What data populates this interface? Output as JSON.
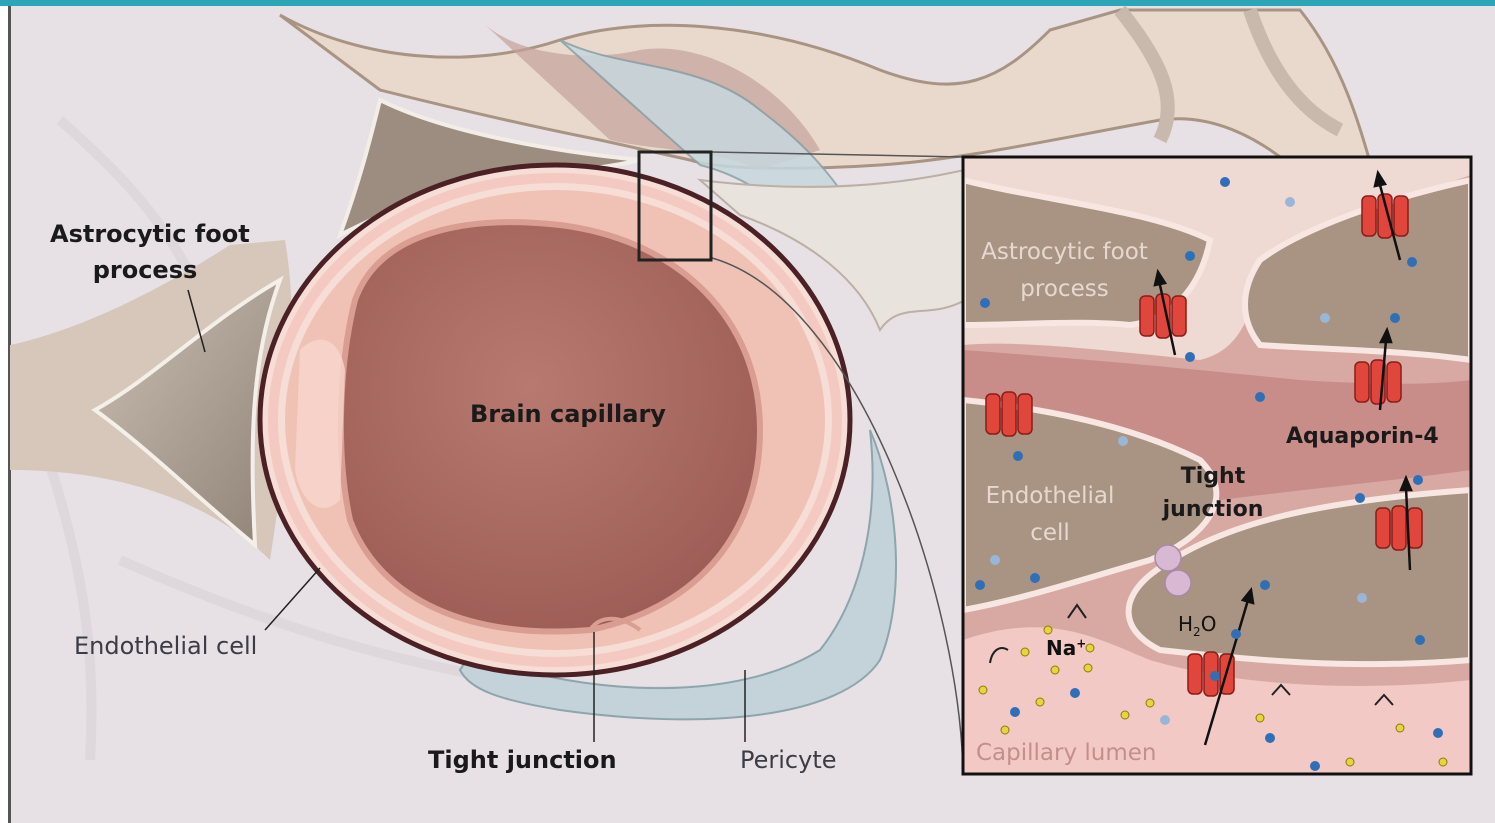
{
  "colors": {
    "frame": "#2aa6b8",
    "background": "#e6e0e5",
    "capillary_wall": "#f2cdc5",
    "capillary_lumen": "#a86a62",
    "astrocyte": "#b7a89a",
    "pericyte": "#bdd0d6",
    "aquaporin": "#e0463c",
    "tight_junction_protein": "#d9b8d4",
    "water_molecule": "#2f6fb8",
    "sodium_ion": "#e8d53a"
  },
  "main_labels": {
    "astrocytic_foot_process": [
      "Astrocytic foot",
      "process"
    ],
    "brain_capillary": "Brain capillary",
    "endothelial_cell": "Endothelial cell",
    "tight_junction": "Tight junction",
    "pericyte": "Pericyte"
  },
  "inset": {
    "astrocytic_foot_process": [
      "Astrocytic foot",
      "process"
    ],
    "endothelial_cell": [
      "Endothelial",
      "cell"
    ],
    "tight_junction": [
      "Tight",
      "junction"
    ],
    "aquaporin": "Aquaporin-4",
    "water": {
      "main": "H",
      "sub": "2",
      "end": "O"
    },
    "sodium": {
      "main": "Na",
      "sup": "+"
    },
    "capillary_lumen": "Capillary lumen"
  }
}
